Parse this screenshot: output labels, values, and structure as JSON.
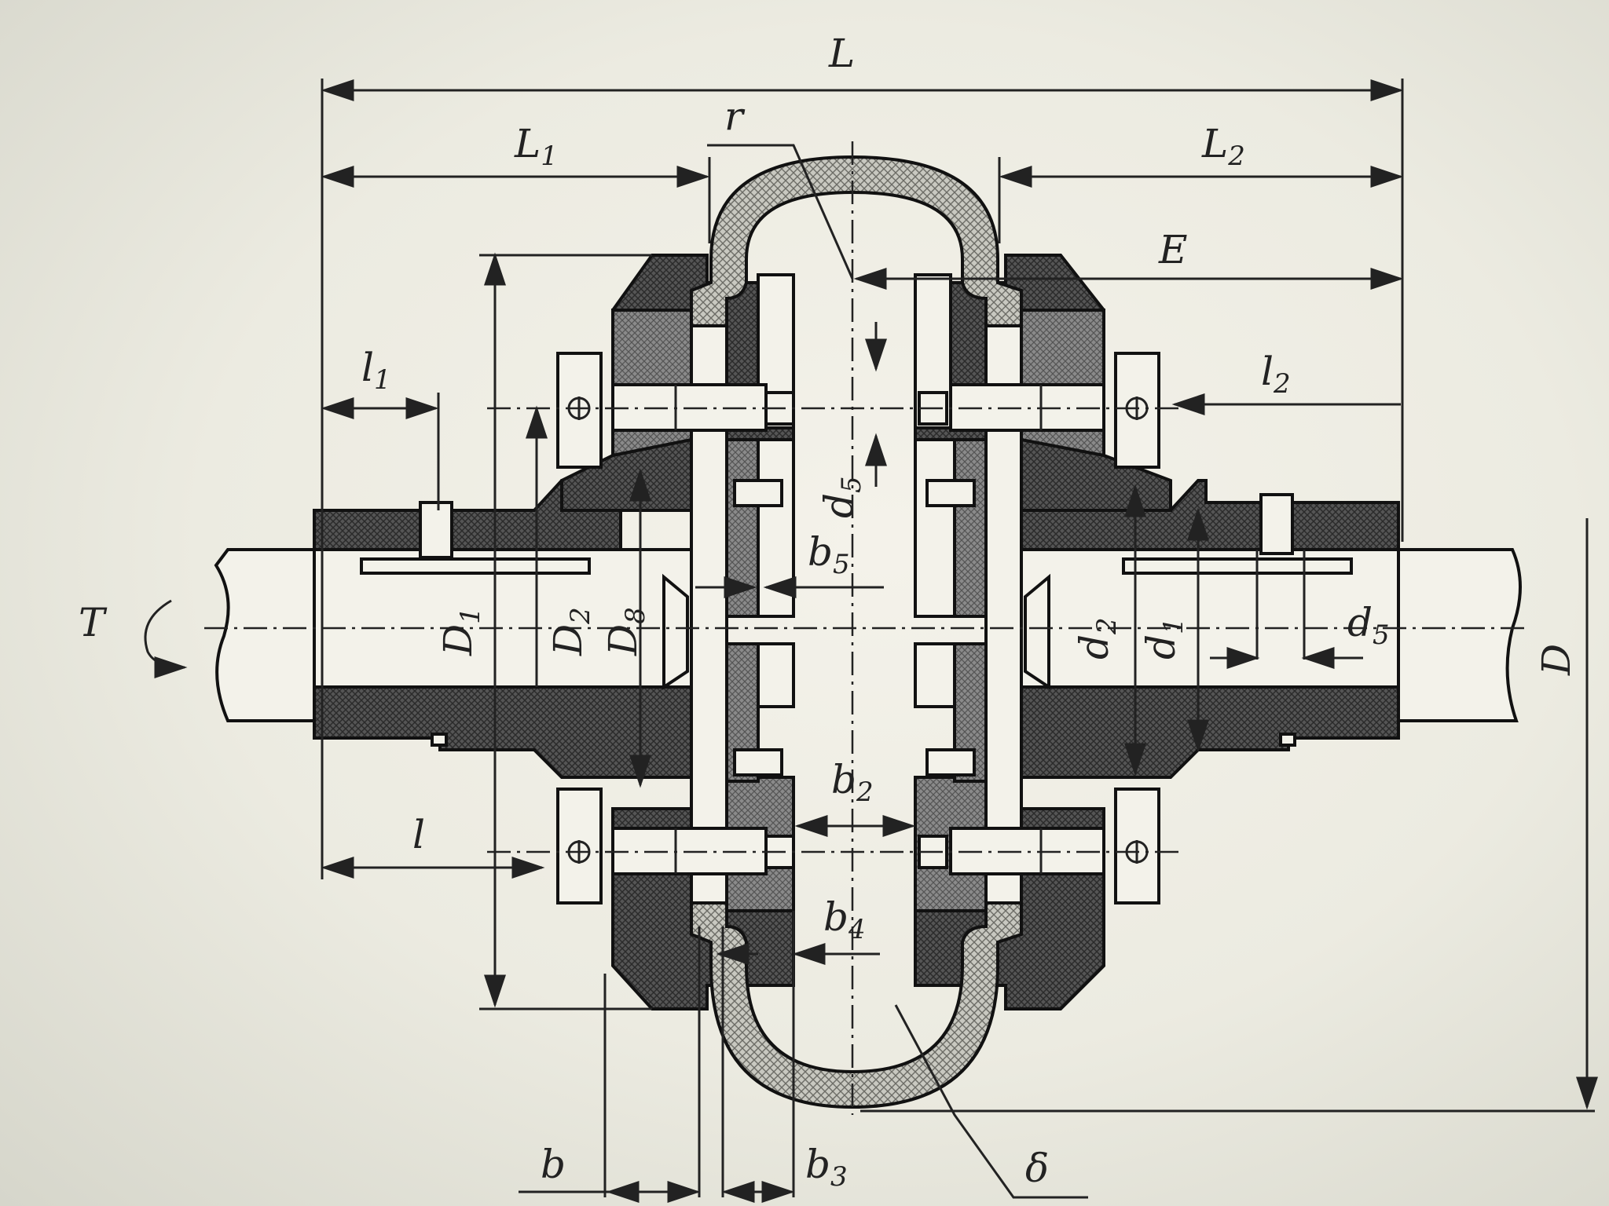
{
  "labels": {
    "L": "L",
    "L1": "L",
    "L1_sub": "1",
    "L2": "L",
    "L2_sub": "2",
    "r": "r",
    "E": "E",
    "l1": "l",
    "l1_sub": "1",
    "l2": "l",
    "l2_sub": "2",
    "l": "l",
    "T": "T",
    "D": "D",
    "D1": "D",
    "D1_sub": "1",
    "D2": "D",
    "D2_sub": "2",
    "D8": "D",
    "D8_sub": "8",
    "d5_upper": "d",
    "d5_upper_sub": "5",
    "d5_right": "d",
    "d5_right_sub": "5",
    "d2": "d",
    "d2_sub": "2",
    "d1": "d",
    "d1_sub": "1",
    "b": "b",
    "b2": "b",
    "b2_sub": "2",
    "b3": "b",
    "b3_sub": "3",
    "b4": "b",
    "b4_sub": "4",
    "b5": "b",
    "b5_sub": "5",
    "delta": "δ"
  },
  "colors": {
    "line": "#111111",
    "hatch_dark": "#3a3a3a",
    "hatch_mid": "#6a6a6a",
    "rubber": "#9a9a9a",
    "paper": "#f3f2ea"
  },
  "icons": {
    "torque": "curved-arrow-icon",
    "bolt_head": "phi-circle-icon"
  }
}
